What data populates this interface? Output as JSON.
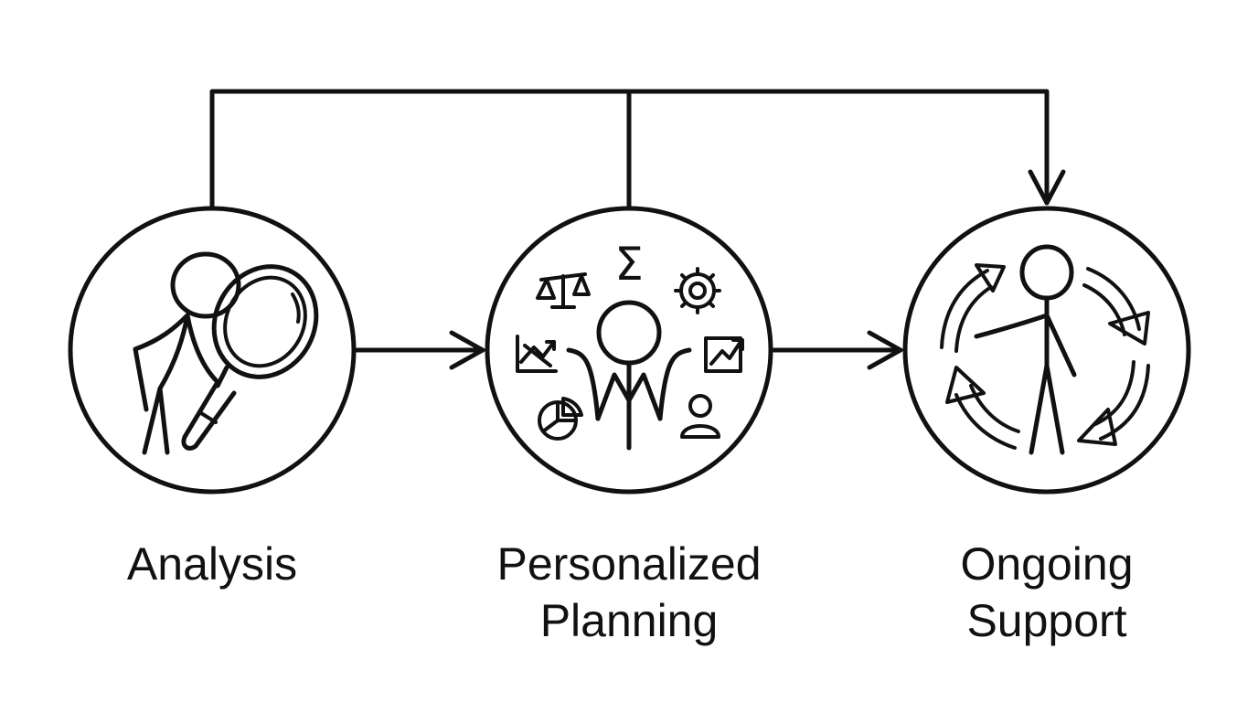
{
  "diagram": {
    "stages": [
      {
        "id": "analysis",
        "label_lines": [
          "Analysis"
        ]
      },
      {
        "id": "planning",
        "label_lines": [
          "Personalized",
          "Planning"
        ]
      },
      {
        "id": "support",
        "label_lines": [
          "Ongoing",
          "Support"
        ]
      }
    ],
    "glyphs": {
      "sigma": "Σ"
    },
    "icons": {
      "analysis": [
        "stick-figure-icon",
        "magnifying-glass-icon"
      ],
      "planning": [
        "stick-figure-icon",
        "balance-scale-icon",
        "sigma-icon",
        "gear-icon",
        "trend-chart-icon",
        "growth-chart-icon",
        "pie-chart-icon",
        "user-icon"
      ],
      "support": [
        "stick-figure-icon",
        "cycle-arrows-icon"
      ]
    },
    "connections": [
      {
        "from": "analysis",
        "to": "planning",
        "type": "arrow"
      },
      {
        "from": "planning",
        "to": "support",
        "type": "arrow"
      },
      {
        "from": "analysis",
        "to": "support",
        "type": "bracket-arrow",
        "via": "planning"
      }
    ],
    "colors": {
      "ink": "#111111",
      "background": "#ffffff"
    }
  }
}
